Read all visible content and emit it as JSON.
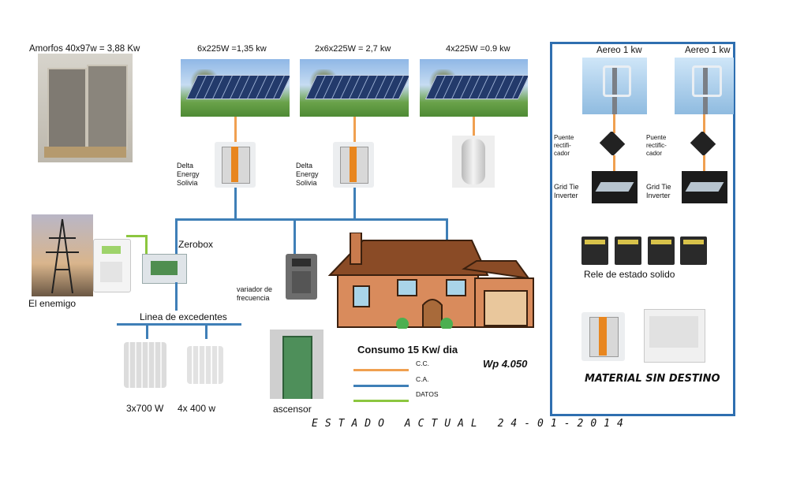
{
  "top_labels": {
    "amorfos": "Amorfos 40x97w = 3,88 Kw",
    "panel1": "6x225W =1,35 kw",
    "panel2": "2x6x225W = 2,7 kw",
    "panel3": "4x225W =0.9 kw",
    "aereo1": "Aereo 1 kw",
    "aereo2": "Aereo 1 kw"
  },
  "inverters": {
    "delta1": "Delta Energy Solivia",
    "delta2": "Delta Energy Solivia"
  },
  "wind": {
    "puente1": "Puente rectifi- cador",
    "puente2": "Puente rectific- cador",
    "grid1": "Grid Tie Inverter",
    "grid2": "Grid Tie Inverter",
    "rele": "Rele de estado solido",
    "material": "MATERIAL  SIN DESTINO"
  },
  "grid": {
    "zerobox": "Zerobox",
    "enemigo": "El enemigo",
    "linea": "Linea de excedentes",
    "variador": "variador de frecuencia",
    "radiator1": "3x700 W",
    "radiator2": "4x 400 w",
    "ascensor": "ascensor"
  },
  "consumo": "Consumo 15 Kw/ dia",
  "wp": "Wp    4.050",
  "legend": {
    "cc": "C.C.",
    "ca": "C.A.",
    "datos": "DATOS"
  },
  "footer": "ESTADO ACTUAL 24-01-2014",
  "colors": {
    "cc": "#f0a050",
    "ca": "#3f7fb7",
    "datos": "#8cc63f",
    "frame": "#2f6fb0"
  }
}
